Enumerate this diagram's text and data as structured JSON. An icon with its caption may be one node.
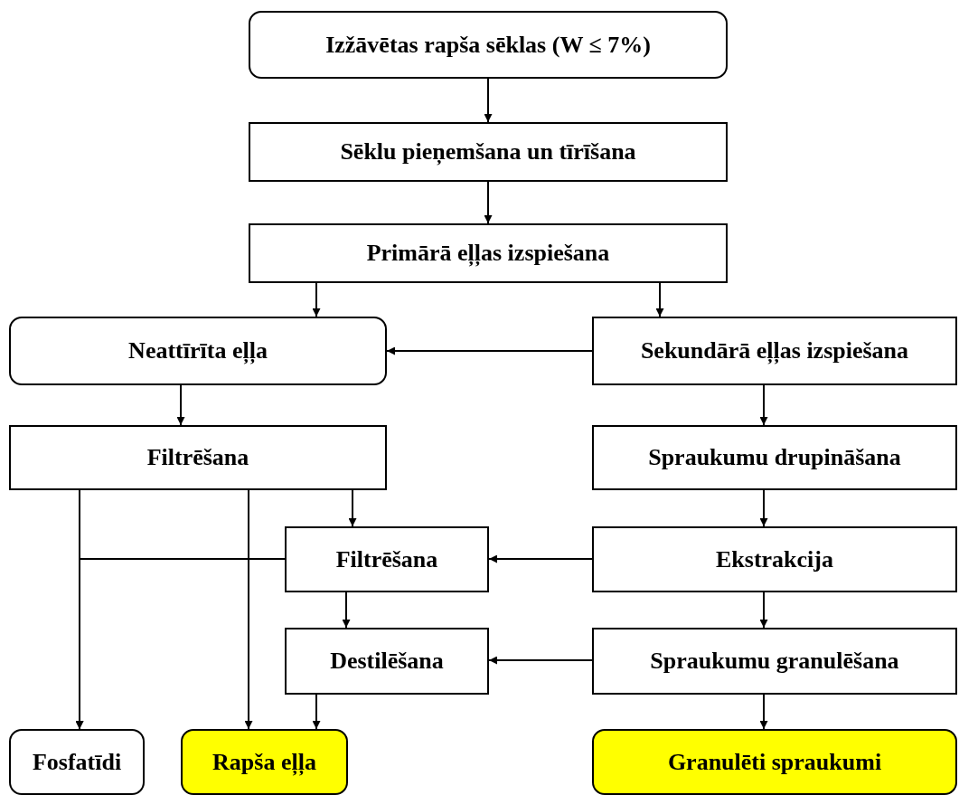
{
  "diagram": {
    "nodes": [
      {
        "text": [
          "Izžāvētas rapša sēklas (W ≤ 7%)"
        ]
      },
      {
        "text": [
          "Sēklu pieņemšana un tīrīšana"
        ]
      },
      {
        "text": [
          "Primārā eļļas izspiešana"
        ]
      },
      {
        "text": [
          "Neattīrīta eļļa"
        ]
      },
      {
        "text": [
          "Sekundārā eļļas izspiešana"
        ]
      },
      {
        "text": [
          "Filtrēšana"
        ]
      },
      {
        "text": [
          "Spraukumu drupināšana"
        ]
      },
      {
        "text": [
          "Filtrēšana"
        ]
      },
      {
        "text": [
          "Ekstrakcija"
        ]
      },
      {
        "text": [
          "Destilēšana"
        ]
      },
      {
        "text": [
          "Spraukumu granulēšana"
        ]
      },
      {
        "text": [
          "Fosfatīdi"
        ]
      },
      {
        "text": [
          "Rapša eļļa"
        ]
      },
      {
        "text": [
          "Granulēti spraukumi"
        ]
      }
    ],
    "edges": [
      {
        "from": 0,
        "to": 1,
        "arrow": "to"
      },
      {
        "from": 1,
        "to": 2,
        "arrow": "to"
      },
      {
        "from": 2,
        "to": 3,
        "arrow": "to"
      },
      {
        "from": 2,
        "to": 4,
        "arrow": "to"
      },
      {
        "from": 4,
        "to": 3,
        "arrow": "to"
      },
      {
        "from": 3,
        "to": 5,
        "arrow": "to"
      },
      {
        "from": 4,
        "to": 6,
        "arrow": "to"
      },
      {
        "from": 5,
        "to": 11,
        "arrow": "to"
      },
      {
        "from": 5,
        "to": 12,
        "arrow": "to"
      },
      {
        "from": 5,
        "to": 7,
        "arrow": "to"
      },
      {
        "from": 6,
        "to": 8,
        "arrow": "to"
      },
      {
        "from": 8,
        "to": 7,
        "arrow": "to"
      },
      {
        "from": 7,
        "to": 11,
        "arrow": "to"
      },
      {
        "from": 7,
        "to": 9,
        "arrow": "to"
      },
      {
        "from": 8,
        "to": 10,
        "arrow": "to"
      },
      {
        "from": 10,
        "to": 9,
        "arrow": "to"
      },
      {
        "from": 9,
        "to": 12,
        "arrow": "to"
      },
      {
        "from": 10,
        "to": 13,
        "arrow": "to"
      }
    ]
  }
}
